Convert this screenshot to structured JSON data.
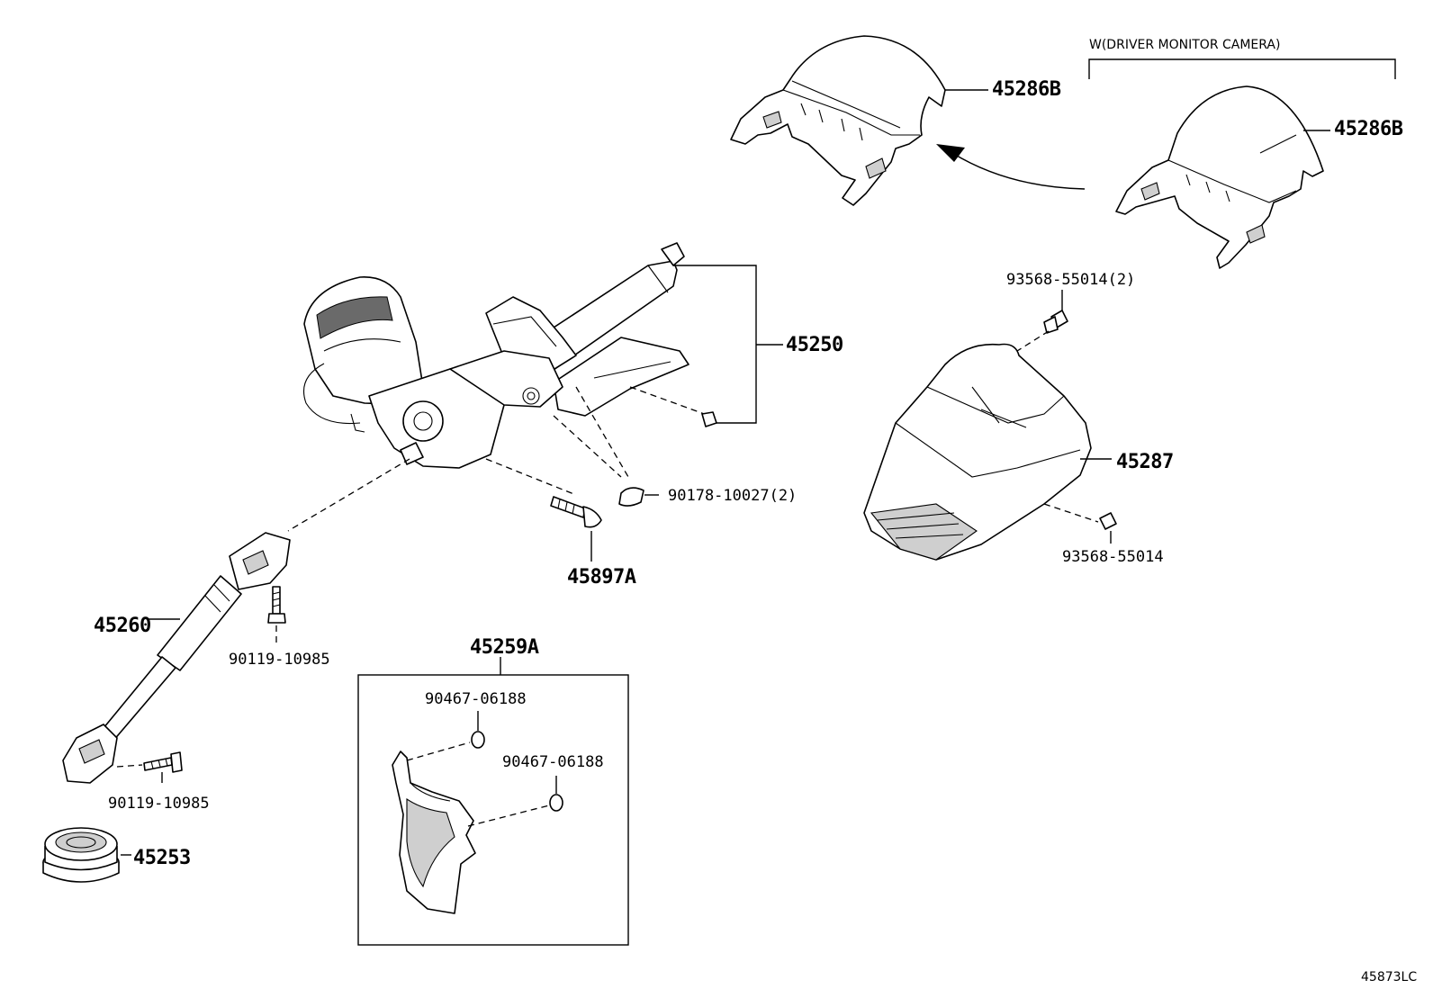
{
  "diagram": {
    "note_variant": "W(DRIVER MONITOR CAMERA)",
    "figure_code": "45873LC",
    "labels": {
      "p45286b_top": "45286B",
      "p45286b_right": "45286B",
      "p45250": "45250",
      "p93568_55014_2": "93568-55014(2)",
      "p90178_10027_2": "90178-10027(2)",
      "p45287": "45287",
      "p93568_55014": "93568-55014",
      "p45897a": "45897A",
      "p45260": "45260",
      "p90119_10985_upper": "90119-10985",
      "p45259a": "45259A",
      "p90467_06188_left": "90467-06188",
      "p90467_06188_right": "90467-06188",
      "p90119_10985_lower": "90119-10985",
      "p45253": "45253"
    }
  }
}
